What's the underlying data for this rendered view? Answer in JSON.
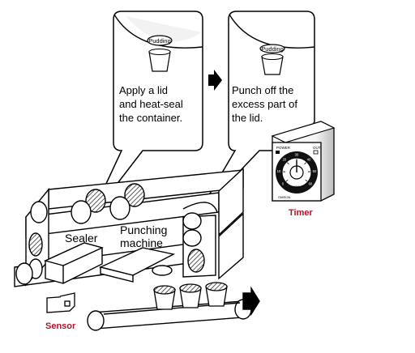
{
  "steps": [
    {
      "container_label": "Pudding",
      "caption_lines": [
        "Apply a lid",
        "and heat-seal",
        "the container."
      ]
    },
    {
      "container_label": "Pudding",
      "caption_lines": [
        "Punch off the",
        "excess part of",
        "the lid."
      ]
    }
  ],
  "labels": {
    "sealer": "Sealer",
    "punching_lines": [
      "Punching",
      "machine"
    ],
    "timer": "Timer",
    "sensor": "Sensor"
  },
  "timer_face": {
    "power": "POWER",
    "out": "OUT",
    "brand": "OMRON",
    "unit": "sec",
    "scale": [
      "0",
      "10",
      "20",
      "30",
      "40",
      "50",
      "60"
    ]
  },
  "colors": {
    "line": "#000000",
    "accent_red": "#b0122a",
    "hatch": "#444444"
  },
  "icons": [
    "arrow-right-icon"
  ]
}
